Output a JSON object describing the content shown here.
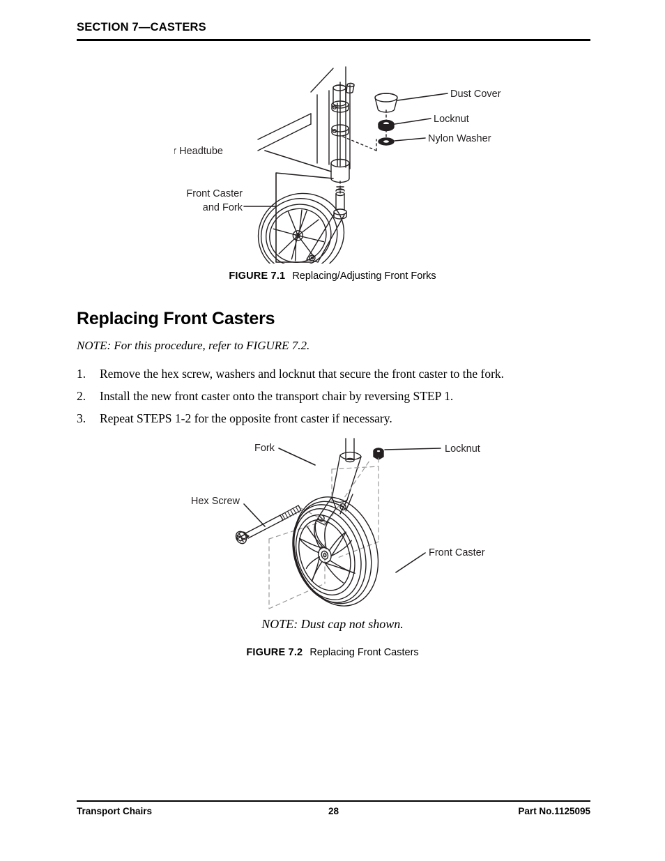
{
  "header": {
    "section_title": "SECTION 7—CASTERS"
  },
  "figure1": {
    "caption_number": "FIGURE 7.1",
    "caption_text": "Replacing/Adjusting Front Forks",
    "labels": {
      "dust_cover": "Dust Cover",
      "locknut": "Locknut",
      "nylon_washer": "Nylon Washer",
      "caster_headtube": "Caster Headtube",
      "front_caster_line1": "Front Caster",
      "front_caster_line2": "and Fork"
    }
  },
  "body": {
    "heading": "Replacing Front Casters",
    "note_refer": "NOTE: For this procedure, refer to FIGURE 7.2.",
    "steps": [
      {
        "number": "1.",
        "text": "Remove the hex screw, washers and locknut that secure the front caster to the fork."
      },
      {
        "number": "2.",
        "text": "Install the new front caster onto the transport chair by reversing STEP 1."
      },
      {
        "number": "3.",
        "text": "Repeat STEPS 1-2 for the opposite front caster if necessary."
      }
    ]
  },
  "figure2": {
    "caption_number": "FIGURE 7.2",
    "caption_text": "Replacing Front Casters",
    "note_dustcap": "NOTE: Dust cap not shown.",
    "labels": {
      "fork": "Fork",
      "locknut": "Locknut",
      "hex_screw": "Hex Screw",
      "front_caster": "Front Caster"
    }
  },
  "footer": {
    "left": "Transport Chairs",
    "page_number": "28",
    "right": "Part No.1125095"
  }
}
